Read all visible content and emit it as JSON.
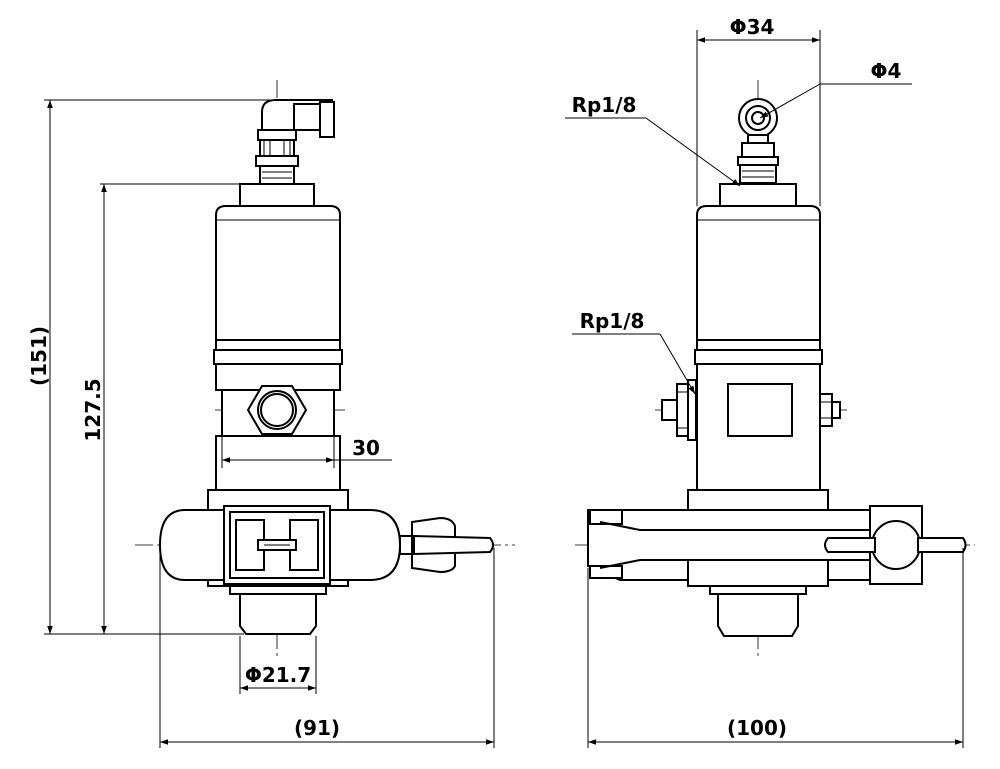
{
  "dimensions": {
    "overall_height": "(151)",
    "body_height": "127.5",
    "port_width": "30",
    "bottom_diameter": "Φ21.7",
    "left_width": "(91)",
    "right_width": "(100)",
    "top_diameter": "Φ34",
    "tube_diameter": "Φ4",
    "top_port_thread": "Rp1/8",
    "side_port_thread": "Rp1/8"
  }
}
